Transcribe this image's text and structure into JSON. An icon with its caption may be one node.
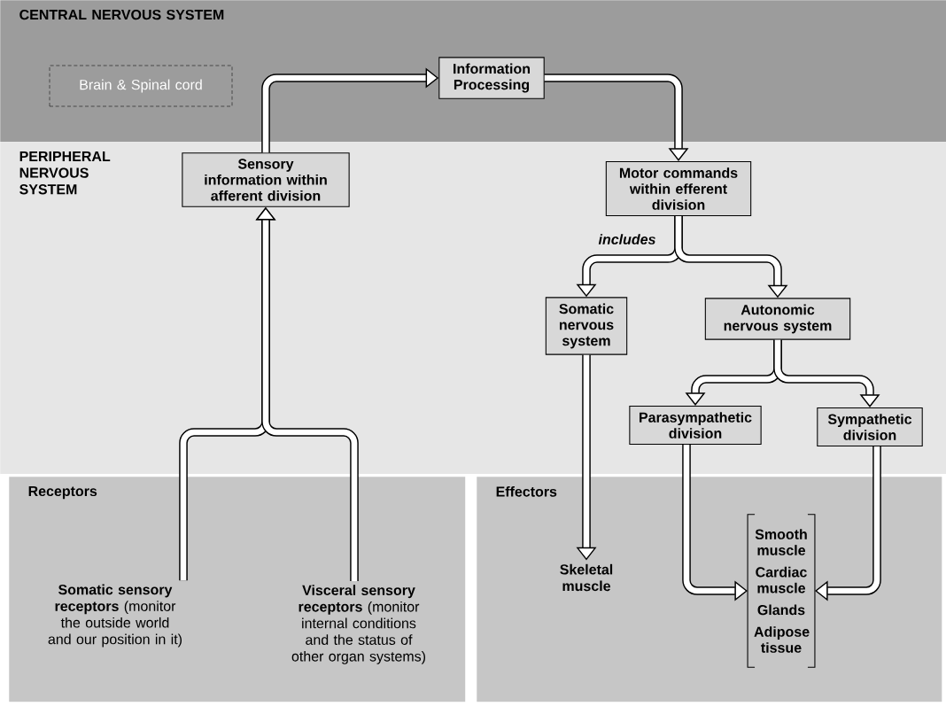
{
  "diagram": {
    "nodes": [
      {
        "text": [
          "CENTRAL NERVOUS SYSTEM"
        ]
      },
      {
        "text": [
          "Brain & Spinal cord"
        ],
        "in": 0
      },
      {
        "text": [
          "Information Processing"
        ],
        "in": 0
      },
      {
        "text": [
          "PERIPHERAL NERVOUS SYSTEM"
        ]
      },
      {
        "text": [
          "Sensory information within afferent division"
        ],
        "in": 3
      },
      {
        "text": [
          "Motor commands within efferent division"
        ],
        "in": 3
      },
      {
        "text": [
          "Somatic nervous system"
        ],
        "in": 3
      },
      {
        "text": [
          "Autonomic nervous system"
        ],
        "in": 3
      },
      {
        "text": [
          "Parasympathetic division"
        ],
        "in": 3
      },
      {
        "text": [
          "Sympathetic division"
        ],
        "in": 3
      },
      {
        "text": [
          "Receptors"
        ]
      },
      {
        "text": [
          "**Somatic sensory receptors** (monitor the outside world and our position in it)"
        ],
        "in": 10
      },
      {
        "text": [
          "**Visceral sensory receptors** (monitor internal conditions and the status of other organ systems)"
        ],
        "in": 10
      },
      {
        "text": [
          "Effectors"
        ]
      },
      {
        "text": [
          "Skeletal muscle"
        ],
        "in": 13
      },
      {
        "text": [
          "Smooth muscle",
          "Cardiac muscle",
          "Glands",
          "Adipose tissue"
        ],
        "in": 13
      }
    ],
    "edges": [
      {
        "from": 11,
        "to": 4,
        "arrow": "to"
      },
      {
        "from": 12,
        "to": 4,
        "arrow": "to"
      },
      {
        "from": 4,
        "to": 2,
        "arrow": "to"
      },
      {
        "from": 2,
        "to": 5,
        "arrow": "to"
      },
      {
        "from": 5,
        "to": 6,
        "arrow": "to",
        "label": "includes"
      },
      {
        "from": 5,
        "to": 7,
        "arrow": "to"
      },
      {
        "from": 6,
        "to": 14,
        "arrow": "to"
      },
      {
        "from": 7,
        "to": 8,
        "arrow": "to"
      },
      {
        "from": 7,
        "to": 9,
        "arrow": "to"
      },
      {
        "from": 8,
        "to": 15,
        "arrow": "to"
      },
      {
        "from": 9,
        "to": 15,
        "arrow": "to"
      }
    ]
  }
}
